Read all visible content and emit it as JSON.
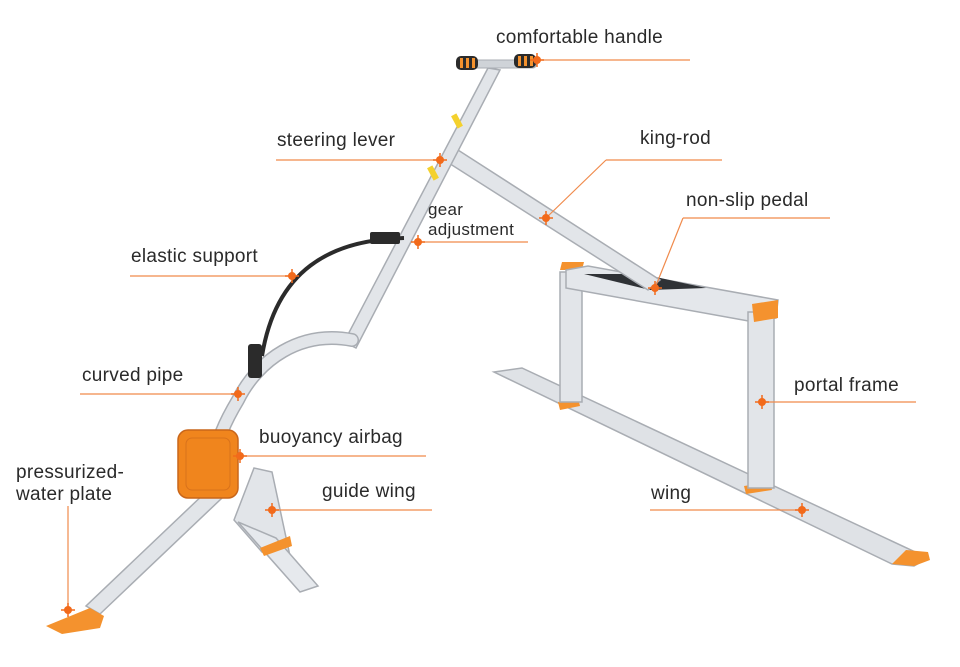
{
  "colors": {
    "leader": "#f08a4b",
    "dot": "#f26a1b",
    "frame_fill": "#dfe2e6",
    "frame_stroke": "#a9adb3",
    "accent_orange": "#f4922e",
    "airbag": "#f0851d",
    "hose": "#2b2b2b",
    "text": "#2a2a2a"
  },
  "labels": {
    "comfortable_handle": "comfortable handle",
    "steering_lever": "steering lever",
    "king_rod": "king-rod",
    "non_slip_pedal": "non-slip pedal",
    "gear_line1": "gear",
    "gear_line2": "adjustment",
    "elastic_support": "elastic support",
    "curved_pipe": "curved pipe",
    "portal_frame": "portal frame",
    "buoyancy_airbag": "buoyancy airbag",
    "pressurized_line1": "pressurized-",
    "pressurized_line2": "water plate",
    "guide_wing": "guide wing",
    "wing": "wing"
  }
}
